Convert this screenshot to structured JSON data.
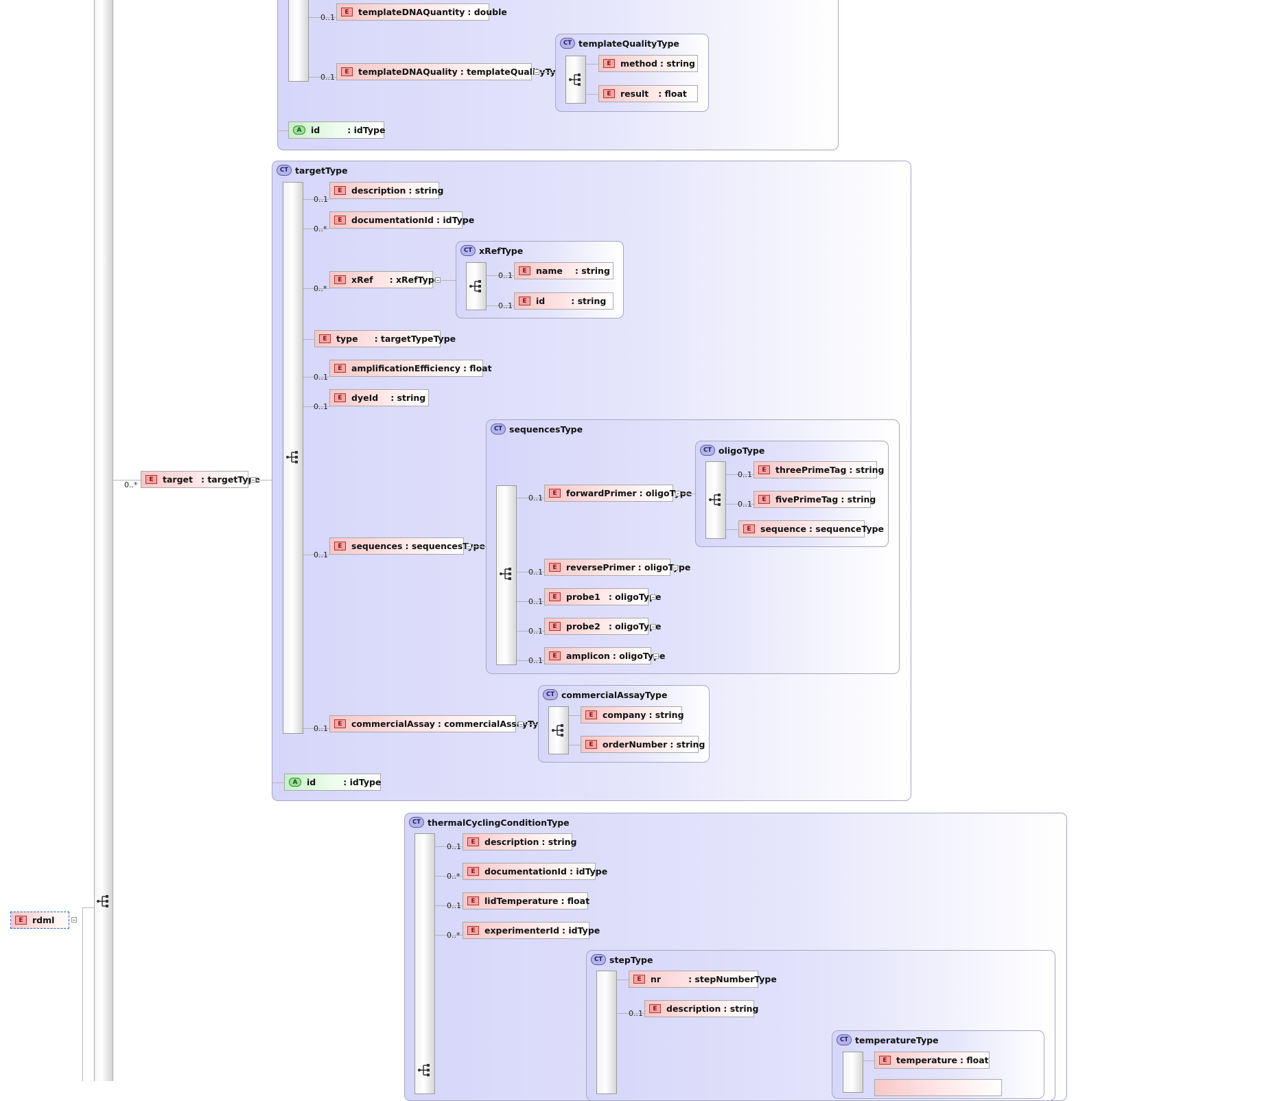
{
  "root": {
    "name": "rdml",
    "badge": "E",
    "seq_badge": "seq"
  },
  "badges": {
    "element": "E",
    "attribute": "A",
    "complex_type": "CT"
  },
  "template_section": {
    "elements": [
      {
        "name": "templateDNAQuantity",
        "type": ": double",
        "card": "0..1"
      },
      {
        "name": "templateDNAQuality",
        "type": ": templateQualityType",
        "card": "0..1"
      }
    ],
    "templateQualityType": {
      "title": "templateQualityType",
      "elements": [
        {
          "name": "method",
          "type": ": string"
        },
        {
          "name": "result",
          "type": ": float"
        }
      ]
    },
    "attribute": {
      "name": "id",
      "type": ": idType"
    }
  },
  "target": {
    "element": {
      "name": "target",
      "type": ": targetType",
      "card": "0..*"
    },
    "targetType": {
      "title": "targetType",
      "elements": [
        {
          "name": "description",
          "type": ": string",
          "card": "0..1"
        },
        {
          "name": "documentationId",
          "type": ": idType",
          "card": "0..*"
        },
        {
          "name": "xRef",
          "type": ": xRefType",
          "card": "0..*"
        },
        {
          "name": "type",
          "type": ": targetTypeType",
          "card": ""
        },
        {
          "name": "amplificationEfficiency",
          "type": ": float",
          "card": "0..1"
        },
        {
          "name": "dyeId",
          "type": ": string",
          "card": "0..1"
        },
        {
          "name": "sequences",
          "type": ": sequencesType",
          "card": "0..1"
        },
        {
          "name": "commercialAssay",
          "type": ": commercialAssayType",
          "card": "0..1"
        }
      ],
      "attribute": {
        "name": "id",
        "type": ": idType"
      }
    },
    "xRefType": {
      "title": "xRefType",
      "elements": [
        {
          "name": "name",
          "type": ": string",
          "card": "0..1"
        },
        {
          "name": "id",
          "type": ": string",
          "card": "0..1"
        }
      ]
    },
    "sequencesType": {
      "title": "sequencesType",
      "elements": [
        {
          "name": "forwardPrimer",
          "type": ": oligoType",
          "card": "0..1"
        },
        {
          "name": "reversePrimer",
          "type": ": oligoType",
          "card": "0..1"
        },
        {
          "name": "probe1",
          "type": ": oligoType",
          "card": "0..1"
        },
        {
          "name": "probe2",
          "type": ": oligoType",
          "card": "0..1"
        },
        {
          "name": "amplicon",
          "type": ": oligoType",
          "card": "0..1"
        }
      ]
    },
    "oligoType": {
      "title": "oligoType",
      "elements": [
        {
          "name": "threePrimeTag",
          "type": ": string",
          "card": "0..1"
        },
        {
          "name": "fivePrimeTag",
          "type": ": string",
          "card": "0..1"
        },
        {
          "name": "sequence",
          "type": ": sequenceType",
          "card": ""
        }
      ]
    },
    "commercialAssayType": {
      "title": "commercialAssayType",
      "elements": [
        {
          "name": "company",
          "type": ": string"
        },
        {
          "name": "orderNumber",
          "type": ": string"
        }
      ]
    }
  },
  "thermal": {
    "thermalCyclingConditionType": {
      "title": "thermalCyclingConditionType",
      "elements": [
        {
          "name": "description",
          "type": ": string",
          "card": "0..1"
        },
        {
          "name": "documentationId",
          "type": ": idType",
          "card": "0..*"
        },
        {
          "name": "lidTemperature",
          "type": ": float",
          "card": "0..1"
        },
        {
          "name": "experimenterId",
          "type": ": idType",
          "card": "0..*"
        }
      ]
    },
    "stepType": {
      "title": "stepType",
      "elements": [
        {
          "name": "nr",
          "type": ": stepNumberType",
          "card": ""
        },
        {
          "name": "description",
          "type": ": string",
          "card": "0..1"
        }
      ]
    },
    "temperatureType": {
      "title": "temperatureType",
      "elements": [
        {
          "name": "temperature",
          "type": ": float",
          "card": ""
        }
      ]
    }
  }
}
